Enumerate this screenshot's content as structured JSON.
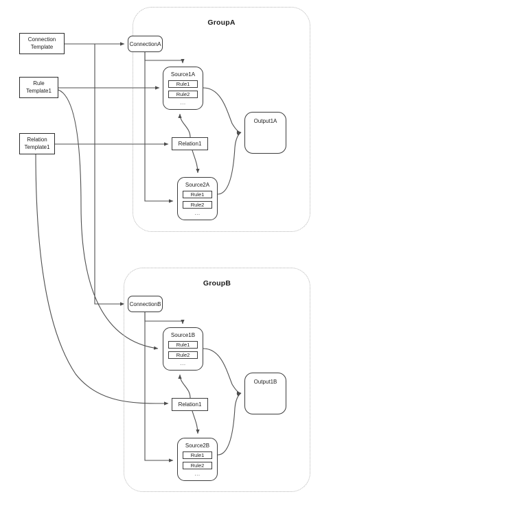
{
  "diagram": {
    "title": "",
    "colors": {
      "node_border": "#3b3b3b",
      "group_border": "#b3b3b3",
      "edge": "#4d4d4d",
      "text": "#1a1a1a",
      "background": "#ffffff"
    }
  },
  "templates": [
    {
      "id": "connection-template",
      "label": "Connection\nTemplate",
      "line1": "Connection",
      "line2": "Template"
    },
    {
      "id": "rule-template1",
      "label": "Rule\nTemplate1",
      "line1": "Rule",
      "line2": "Template1"
    },
    {
      "id": "relation-template1",
      "label": "Relation\nTemplate1",
      "line1": "Relation",
      "line2": "Template1"
    }
  ],
  "groups": [
    {
      "id": "group-a",
      "title": "GroupA",
      "connection": {
        "label": "ConnectionA"
      },
      "relation": {
        "label": "Relation1"
      },
      "output": {
        "label": "Output1A"
      },
      "sources": [
        {
          "id": "source1a",
          "title": "Source1A",
          "rules": [
            "Rule1",
            "Rule2"
          ],
          "more": "..."
        },
        {
          "id": "source2a",
          "title": "Source2A",
          "rules": [
            "Rule1",
            "Rule2"
          ],
          "more": "..."
        }
      ]
    },
    {
      "id": "group-b",
      "title": "GroupB",
      "connection": {
        "label": "ConnectionB"
      },
      "relation": {
        "label": "Relation1"
      },
      "output": {
        "label": "Output1B"
      },
      "sources": [
        {
          "id": "source1b",
          "title": "Source1B",
          "rules": [
            "Rule1",
            "Rule2"
          ],
          "more": "..."
        },
        {
          "id": "source2b",
          "title": "Source2B",
          "rules": [
            "Rule1",
            "Rule2"
          ],
          "more": "..."
        }
      ]
    }
  ]
}
